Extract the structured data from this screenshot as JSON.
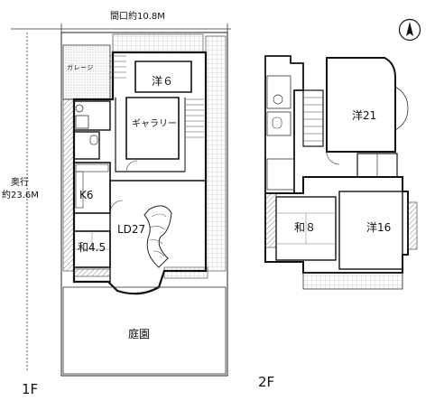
{
  "dimensions": {
    "frontage": "間口約10.8M",
    "depth_line1": "奥行",
    "depth_line2": "約23.6M"
  },
  "floor1": {
    "label": "1F",
    "rooms": {
      "garage": "ガレージ",
      "youshitsu6": "洋６",
      "gallery": "ギャラリー",
      "kitchen": "K6",
      "ld": "LD27",
      "washitsu": "和4.5",
      "garden": "庭園"
    }
  },
  "floor2": {
    "label": "2F",
    "rooms": {
      "youshitsu21": "洋21",
      "washitsu8": "和８",
      "youshitsu16": "洋16"
    }
  },
  "compass": {
    "icon": "north-arrow-icon"
  }
}
